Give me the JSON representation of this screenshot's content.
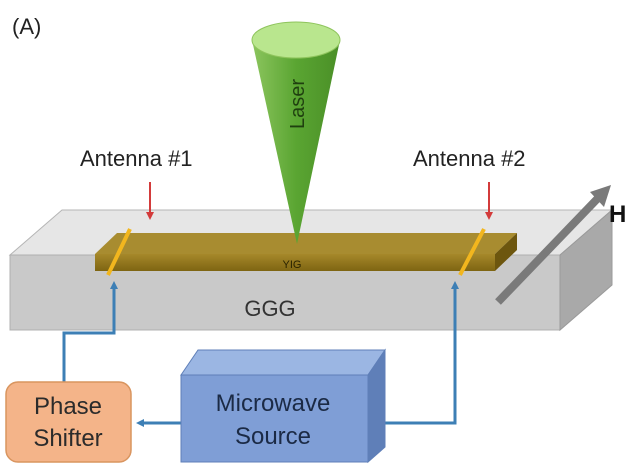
{
  "figure": {
    "panel_label": "(A)",
    "laser_label": "Laser",
    "antenna1_label": "Antenna #1",
    "antenna2_label": "Antenna #2",
    "field_label": "H",
    "film_label": "YIG",
    "substrate_label": "GGG",
    "source_label_line1": "Microwave",
    "source_label_line2": "Source",
    "shifter_label_line1": "Phase",
    "shifter_label_line2": "Shifter"
  },
  "colors": {
    "laser": "#6db33f",
    "film": "#8f7417",
    "substrate": "#c9c9c9",
    "antenna": "#f2b61e",
    "antenna_marker": "#d33b3b",
    "signal_path": "#3d7fb5",
    "source_box": "#7f9ed6",
    "shifter_box": "#f4b489",
    "field_arrow": "#7a7a7a"
  }
}
